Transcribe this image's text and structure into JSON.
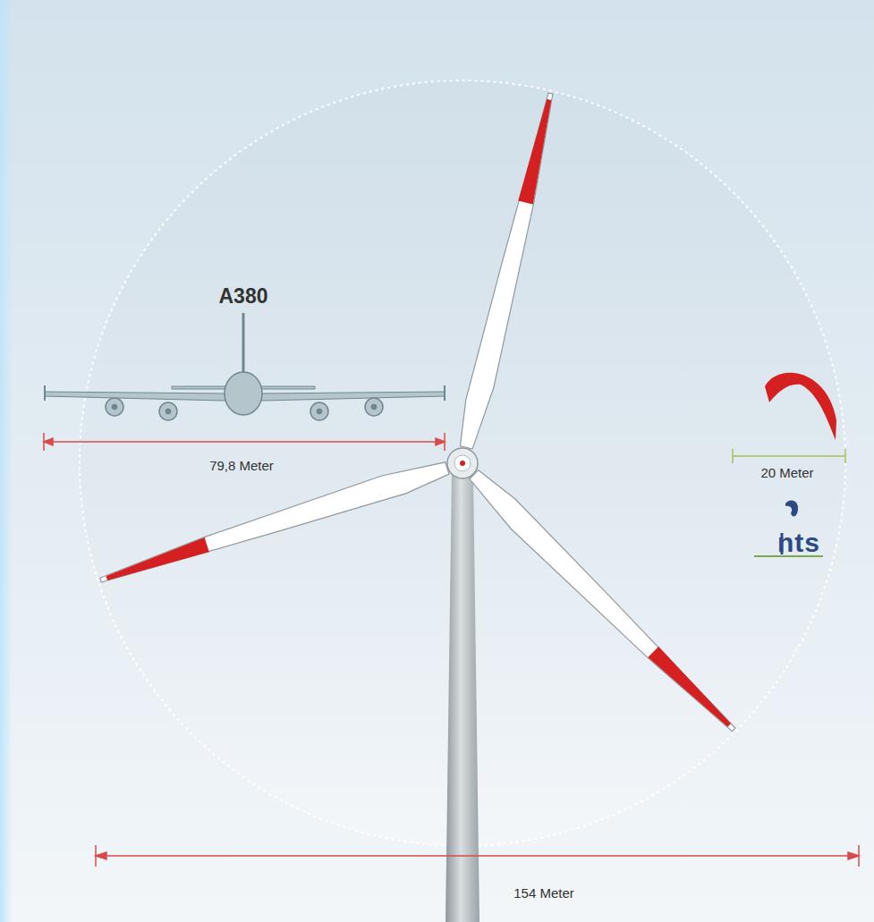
{
  "diagram": {
    "labels": [
      "A380",
      "79,8 Meter",
      "20 Meter",
      "nts",
      "154 Meter"
    ]
  }
}
